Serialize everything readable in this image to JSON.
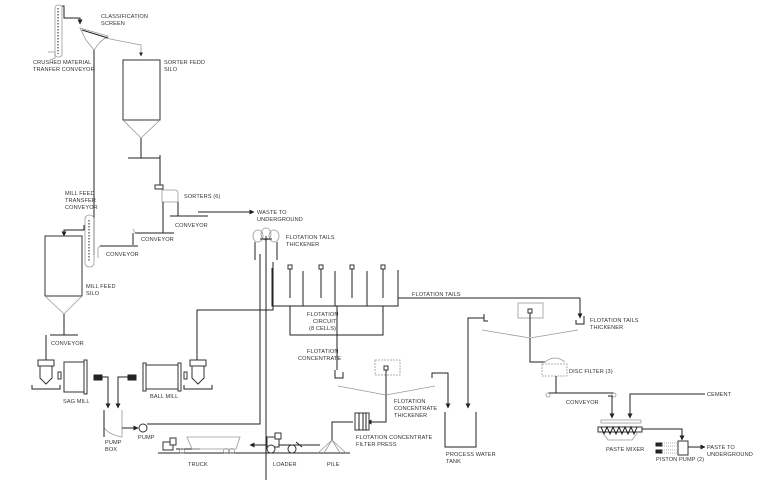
{
  "diagram": {
    "title": "",
    "labels": {
      "crushed_conveyor": [
        "CRUSHED MATERIAL",
        "TRANFER CONVEYOR"
      ],
      "classification_screen": [
        "CLASSIFICATION",
        "SCREEN"
      ],
      "sorter_feed_silo": [
        "SORTER FEDD",
        "SILO"
      ],
      "sorters": [
        "SORTERS (6)"
      ],
      "waste_underground": [
        "WASTE TO",
        "UNDERGROUND"
      ],
      "conveyor_1": [
        "CONVEYOR"
      ],
      "conveyor_2": [
        "CONVEYOR"
      ],
      "conveyor_3": [
        "CONVEYOR"
      ],
      "mill_feed_conveyor": [
        "MILL FEED",
        "TRANSFER",
        "CONVEYOR"
      ],
      "mill_feed_silo": [
        "MILL FEED",
        "SILO"
      ],
      "conveyor_4": [
        "CONVEYOR"
      ],
      "sag_mill": [
        "SAG MILL"
      ],
      "ball_mill": [
        "BALL MILL"
      ],
      "pump_box": [
        "PUMP",
        "BOX"
      ],
      "pump": [
        "PUMP"
      ],
      "truck": [
        "TRUCK"
      ],
      "loader": [
        "LOADER"
      ],
      "pile": [
        "PILE"
      ],
      "flot_tails_thickener_1": [
        "FLOTATION  TAILS",
        "THICKENER"
      ],
      "flotation_tails": [
        "FLOTATION TAILS"
      ],
      "flotation_circuit": [
        "FLOTATION",
        "CIRCUIT",
        "(8 CELLS)"
      ],
      "flotation_concentrate": [
        "FLOTATION",
        "CONCENTRATE"
      ],
      "flot_conc_thickener": [
        "FLOTATION",
        "CONCENTRATE",
        "THICKENER"
      ],
      "filter_press": [
        "FLOTATION  CONCENTRATE",
        "FILTER PRESS"
      ],
      "process_water_tank": [
        "PROCESS WATER",
        "TANK"
      ],
      "flot_tails_thickener_2": [
        "FLOTATION  TAILS",
        "THICKENER"
      ],
      "disc_filter": [
        "DISC FILTER (3)"
      ],
      "conveyor_5": [
        "CONVEYOR"
      ],
      "cement": [
        "CEMENT"
      ],
      "paste_mixer": [
        "PASTE MIXER"
      ],
      "piston_pump": [
        "PISTON PUMP (2)"
      ],
      "paste_underground": [
        "PASTE TO",
        "UNDERGROUND"
      ]
    }
  }
}
